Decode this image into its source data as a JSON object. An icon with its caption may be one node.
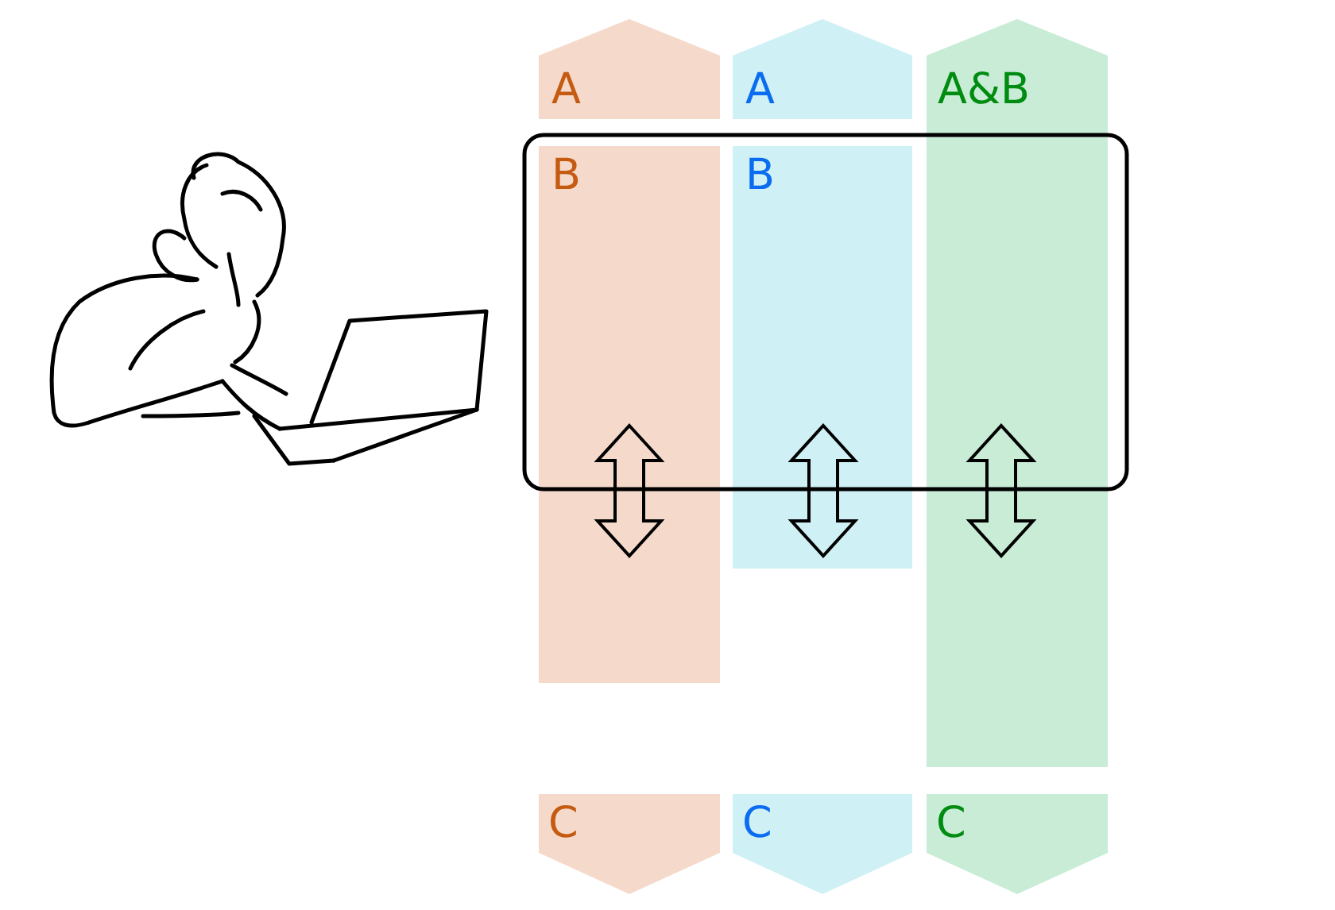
{
  "diagram": {
    "nodes": [
      {
        "text": [
          "A"
        ]
      },
      {
        "text": [
          "B"
        ]
      },
      {
        "text": [
          "C"
        ]
      },
      {
        "text": [
          "A"
        ]
      },
      {
        "text": [
          "B"
        ]
      },
      {
        "text": [
          "C"
        ]
      },
      {
        "text": [
          "A&B"
        ]
      },
      {
        "text": [
          "C"
        ]
      },
      {
        "text": [],
        "shape": "box"
      }
    ]
  }
}
